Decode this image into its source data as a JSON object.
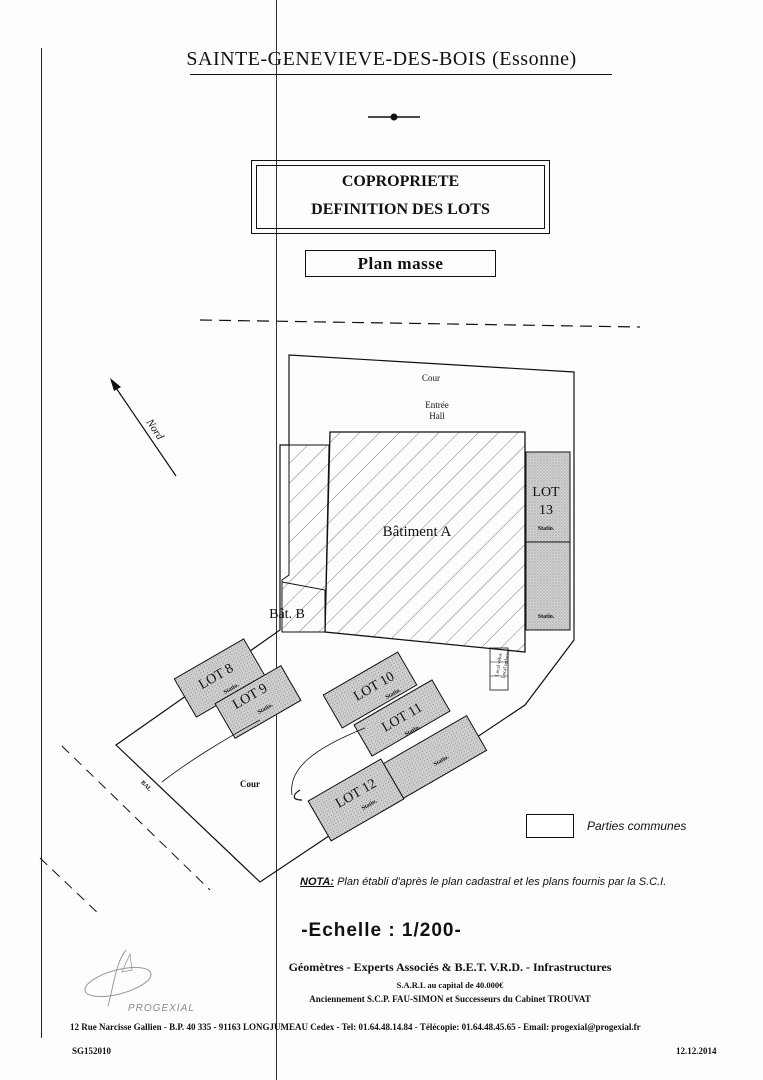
{
  "header": {
    "title": "SAINTE-GENEVIEVE-DES-BOIS (Essonne)"
  },
  "title_box": {
    "line1": "COPROPRIETE",
    "line2": "DEFINITION DES LOTS"
  },
  "plan_label": "Plan masse",
  "plan": {
    "north_label": "Nord",
    "cour_top": "Cour",
    "entree_line1": "Entrée",
    "entree_line2": "Hall",
    "batiment_a": "Bâtiment A",
    "bat_b": "Bât. B",
    "lot13_line1": "LOT",
    "lot13_line2": "13",
    "statio": "Statio.",
    "lot8": "LOT 8",
    "lot9": "LOT 9",
    "lot10": "LOT 10",
    "lot11": "LOT 11",
    "lot12": "LOT 12",
    "cour_bottom": "Cour",
    "bal": "BAL",
    "local_velos": "Local vélos",
    "local_ordures": "Local ordures"
  },
  "legend": {
    "label": "Parties communes"
  },
  "nota": {
    "label": "NOTA:",
    "text": " Plan établi d'après le plan cadastral et les plans fournis par la S.C.I."
  },
  "scale": "-Echelle : 1/200-",
  "footer": {
    "company": "Géomètres - Experts Associés & B.E.T. V.R.D. - Infrastructures",
    "sarl": "S.A.R.L au capital de 40.000€",
    "formerly": "Anciennement S.C.P. FAU-SIMON et Successeurs du Cabinet TROUVAT",
    "address": "12 Rue Narcisse Gallien - B.P. 40 335 - 91163 LONGJUMEAU Cedex - Tel: 01.64.48.14.84 - Télécopie: 01.64.48.45.65 - Email: progexial@progexial.fr",
    "ref": "SG152010",
    "date": "12.12.2014",
    "logo_text": "PROGEXIAL"
  }
}
